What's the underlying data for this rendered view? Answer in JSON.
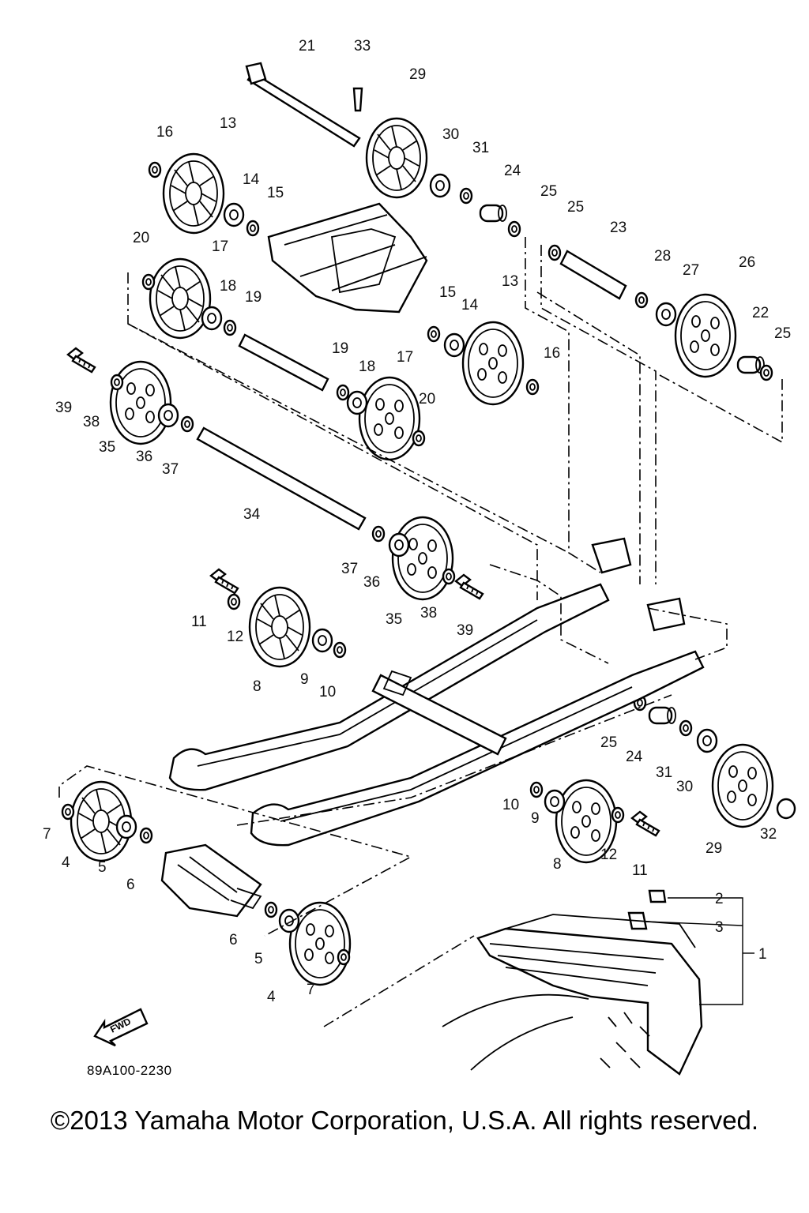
{
  "diagram": {
    "callouts": [
      {
        "id": "c21",
        "text": "21"
      },
      {
        "id": "c33",
        "text": "33"
      },
      {
        "id": "c29a",
        "text": "29"
      },
      {
        "id": "c16a",
        "text": "16"
      },
      {
        "id": "c13a",
        "text": "13"
      },
      {
        "id": "c30a",
        "text": "30"
      },
      {
        "id": "c31a",
        "text": "31"
      },
      {
        "id": "c24a",
        "text": "24"
      },
      {
        "id": "c14a",
        "text": "14"
      },
      {
        "id": "c15a",
        "text": "15"
      },
      {
        "id": "c25a",
        "text": "25"
      },
      {
        "id": "c25b",
        "text": "25"
      },
      {
        "id": "c20a",
        "text": "20"
      },
      {
        "id": "c17a",
        "text": "17"
      },
      {
        "id": "c23",
        "text": "23"
      },
      {
        "id": "c28",
        "text": "28"
      },
      {
        "id": "c27",
        "text": "27"
      },
      {
        "id": "c26",
        "text": "26"
      },
      {
        "id": "c18a",
        "text": "18"
      },
      {
        "id": "c19a",
        "text": "19"
      },
      {
        "id": "c15b",
        "text": "15"
      },
      {
        "id": "c14b",
        "text": "14"
      },
      {
        "id": "c13b",
        "text": "13"
      },
      {
        "id": "c22",
        "text": "22"
      },
      {
        "id": "c25c",
        "text": "25"
      },
      {
        "id": "c19b",
        "text": "19"
      },
      {
        "id": "c18b",
        "text": "18"
      },
      {
        "id": "c17b",
        "text": "17"
      },
      {
        "id": "c16b",
        "text": "16"
      },
      {
        "id": "c39a",
        "text": "39"
      },
      {
        "id": "c38a",
        "text": "38"
      },
      {
        "id": "c35a",
        "text": "35"
      },
      {
        "id": "c36a",
        "text": "36"
      },
      {
        "id": "c37a",
        "text": "37"
      },
      {
        "id": "c20b",
        "text": "20"
      },
      {
        "id": "c34",
        "text": "34"
      },
      {
        "id": "c37b",
        "text": "37"
      },
      {
        "id": "c36b",
        "text": "36"
      },
      {
        "id": "c35b",
        "text": "35"
      },
      {
        "id": "c38b",
        "text": "38"
      },
      {
        "id": "c39b",
        "text": "39"
      },
      {
        "id": "c11a",
        "text": "11"
      },
      {
        "id": "c12a",
        "text": "12"
      },
      {
        "id": "c8a",
        "text": "8"
      },
      {
        "id": "c9a",
        "text": "9"
      },
      {
        "id": "c10a",
        "text": "10"
      },
      {
        "id": "c25d",
        "text": "25"
      },
      {
        "id": "c24b",
        "text": "24"
      },
      {
        "id": "c31b",
        "text": "31"
      },
      {
        "id": "c30b",
        "text": "30"
      },
      {
        "id": "c29b",
        "text": "29"
      },
      {
        "id": "c32",
        "text": "32"
      },
      {
        "id": "c10b",
        "text": "10"
      },
      {
        "id": "c9b",
        "text": "9"
      },
      {
        "id": "c8b",
        "text": "8"
      },
      {
        "id": "c12b",
        "text": "12"
      },
      {
        "id": "c11b",
        "text": "11"
      },
      {
        "id": "c7a",
        "text": "7"
      },
      {
        "id": "c4a",
        "text": "4"
      },
      {
        "id": "c5a",
        "text": "5"
      },
      {
        "id": "c6a",
        "text": "6"
      },
      {
        "id": "c6b",
        "text": "6"
      },
      {
        "id": "c5b",
        "text": "5"
      },
      {
        "id": "c4b",
        "text": "4"
      },
      {
        "id": "c7b",
        "text": "7"
      },
      {
        "id": "c2",
        "text": "2"
      },
      {
        "id": "c3",
        "text": "3"
      },
      {
        "id": "c1",
        "text": "1"
      }
    ],
    "fwd_label": "FWD",
    "drawing_number": "89A100-2230"
  },
  "copyright": "©2013 Yamaha Motor Corporation, U.S.A. All rights reserved."
}
